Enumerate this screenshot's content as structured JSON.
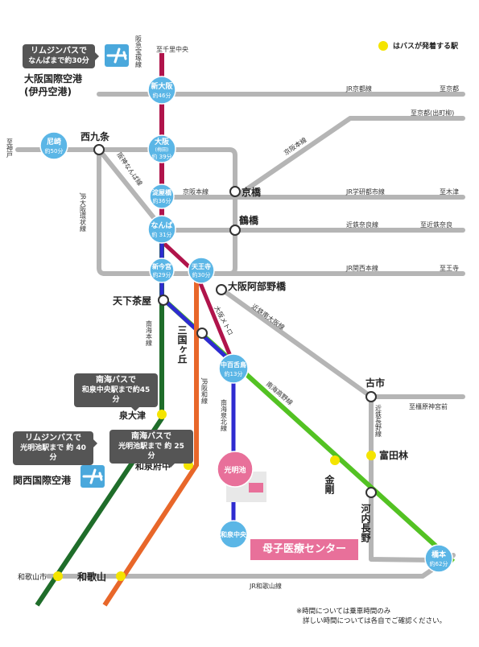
{
  "legend": {
    "label": "はバスが発着する駅"
  },
  "airports": {
    "itami": {
      "name_line1": "大阪国際空港",
      "name_line2": "(伊丹空港)",
      "bus_line1": "リムジンバスで",
      "bus_line2": "なんばまで約30分"
    },
    "kansai": {
      "name": "関西国際空港",
      "bus_line1": "リムジンバスで",
      "bus_line2": "光明池駅まで 約 40 分"
    }
  },
  "bus_callouts": {
    "izumichuo": {
      "line1": "南海バスで",
      "line2": "和泉中央駅まで約45分"
    },
    "komyoike": {
      "line1": "南海バスで",
      "line2": "光明池駅まで 約 25 分"
    }
  },
  "lines": {
    "hankyu": "阪急宝塚線",
    "hanshin": "阪神なんば線",
    "jr_kanjo": "JR大阪環状線",
    "jr_kyoto": "JR京都線",
    "keihan": "京阪本線",
    "keihan2": "京阪本線",
    "jr_gakken": "JR学研都市線",
    "kintetsu_nara": "近鉄奈良線",
    "jr_kansai": "JR関西本線",
    "nankai_main": "南海本線",
    "jr_hanwa": "JR阪和線",
    "osaka_metro": "大阪メトロ",
    "kintetsu_minami_osaka": "近鉄南大阪線",
    "nankai_koya": "南海高野線",
    "nankai_senboku": "南海泉北線",
    "kintetsu_nagano": "近鉄長野線",
    "jr_wakayama": "JR和歌山線"
  },
  "terminals": {
    "senri_chuo": "至千里中央",
    "kyoto": "至京都",
    "kyoto_demachi": "至京都(出町柳)",
    "kizu": "至木津",
    "kintetsu_nara": "至近鉄奈良",
    "oji": "至王寺",
    "kobe": "至神戸",
    "kashiharajingu": "至橿原神宮前"
  },
  "stations": {
    "shin_osaka": {
      "name": "新大阪",
      "time": "約46分"
    },
    "osaka_umeda": {
      "name": "大阪",
      "sub": "(梅田)",
      "time": "約 39分"
    },
    "yodoyabashi": {
      "name": "淀屋橋",
      "time": "約36分"
    },
    "namba": {
      "name": "なんば",
      "time": "約 31分"
    },
    "shin_imamiya": {
      "name": "新今宮",
      "time": "約29分"
    },
    "tennoji": {
      "name": "天王寺",
      "time": "約30分"
    },
    "amagasaki": {
      "name": "尼崎",
      "time": "約50分"
    },
    "nakamozu": {
      "name": "中百舌鳥",
      "time": "約13分"
    },
    "hashimoto": {
      "name": "橋本",
      "time": "約62分"
    },
    "komyoike": {
      "name": "光明池"
    },
    "izumi_chuo": {
      "name": "和泉中央"
    },
    "nishikujo": "西九条",
    "kyobashi": "京橋",
    "tsuruhashi": "鶴橋",
    "abenobashi": "大阪阿部野橋",
    "tengachaya": "天下茶屋",
    "mikunigaoka": "三国ヶ丘",
    "furuichi": "古市",
    "tondabayashi": "富田林",
    "kongo": "金剛",
    "kawachinagano": "河内長野",
    "izumiotsu": "泉大津",
    "izumifuchu": "和泉府中",
    "wakayamashi": "和歌山市",
    "wakayama": "和歌山"
  },
  "destination": "母子医療センター",
  "footnote": {
    "line1": "※時間については乗車時間のみ",
    "line2": "詳しい時間については各自でご確認ください。"
  },
  "colors": {
    "hankyu": "#b0144b",
    "nankai": "#1f6d2a",
    "jr_hanwa": "#e8672a",
    "metro": "#2e2bd0",
    "nankai_koya": "#53c223",
    "gray": "#b5b5b5",
    "station_blue": "#5bb6e6",
    "bus_yellow": "#f4e400",
    "pink": "#e8709a"
  }
}
